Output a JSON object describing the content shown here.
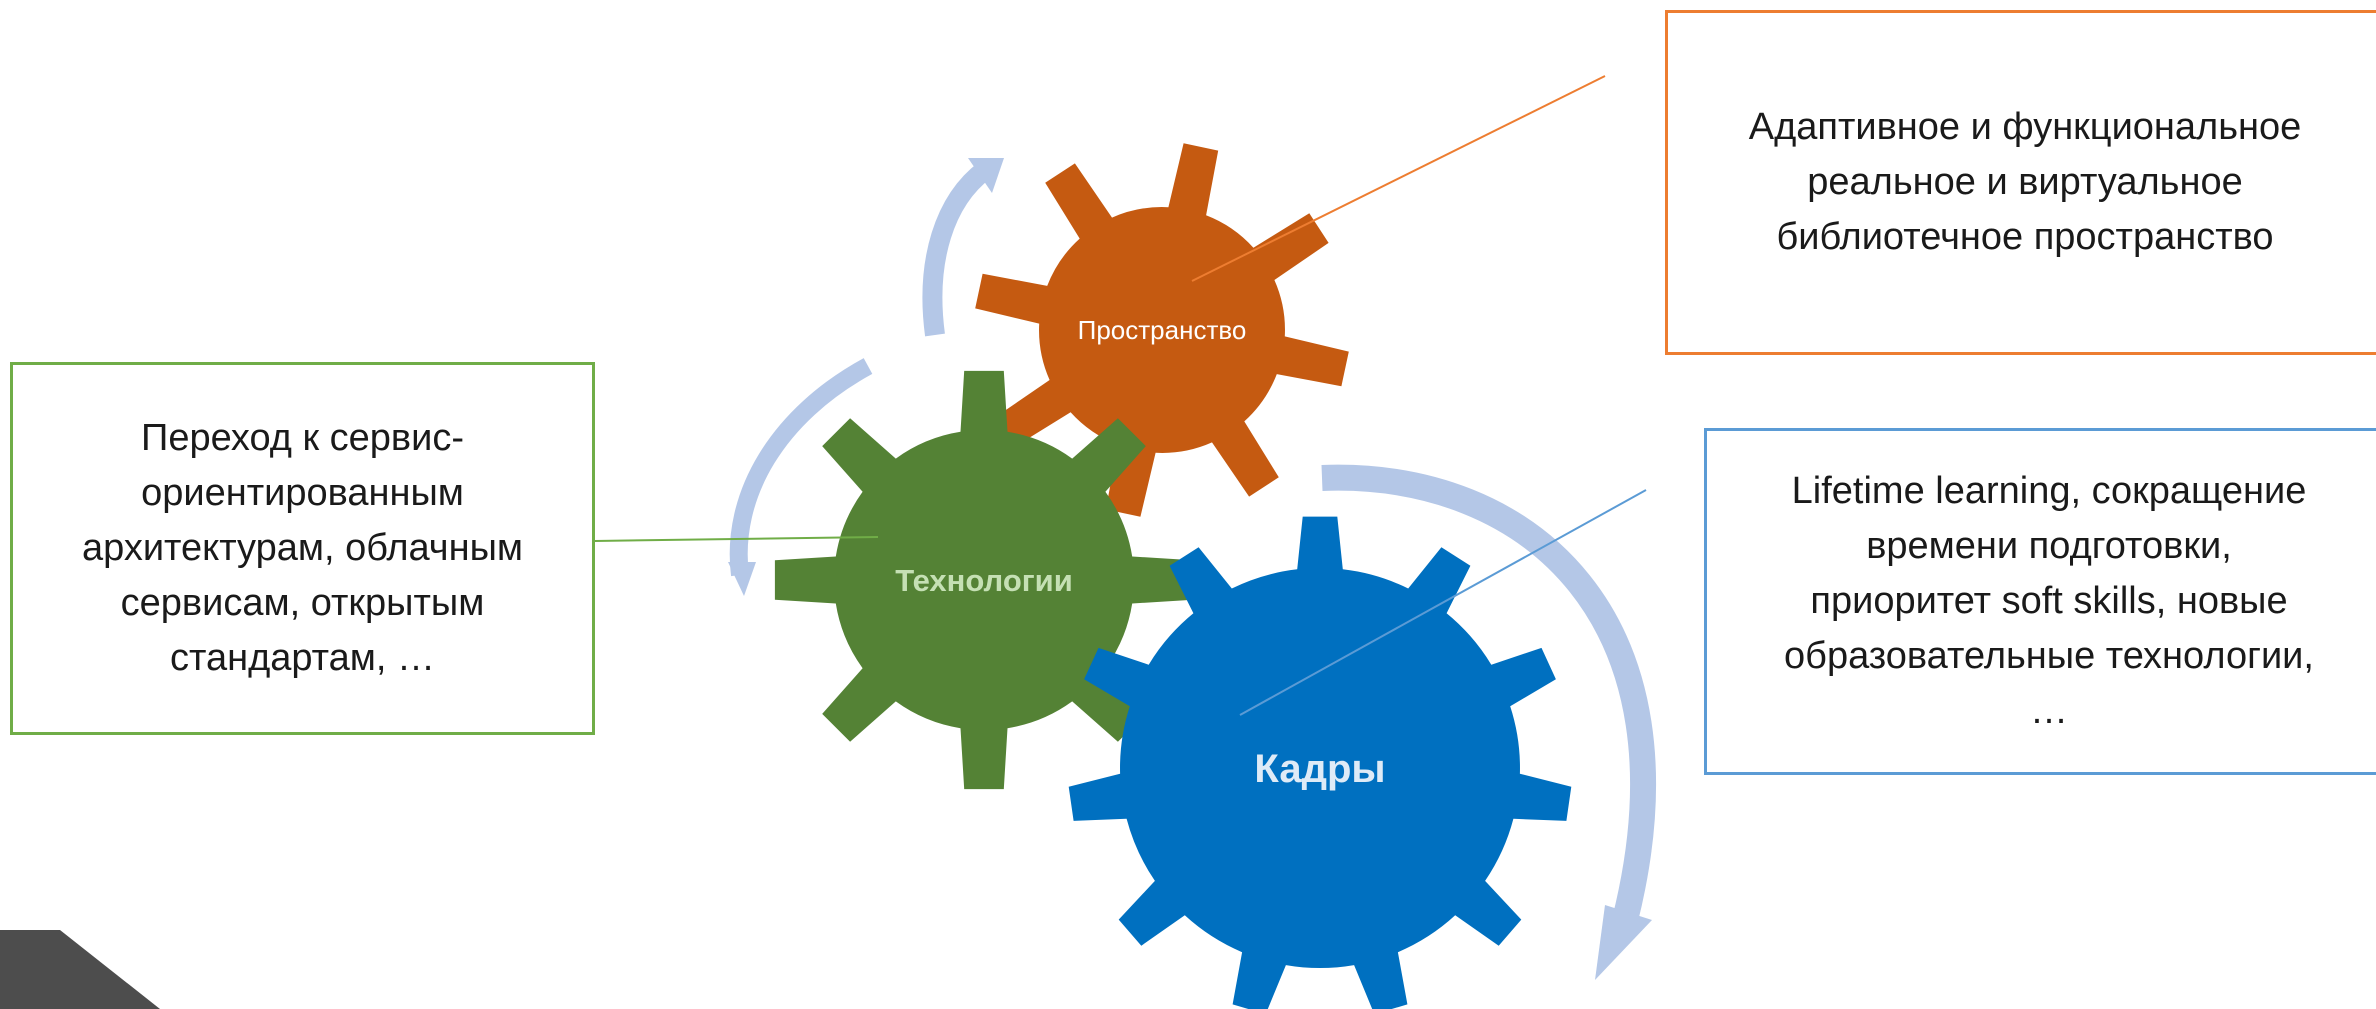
{
  "gears": [
    {
      "id": "space",
      "label": "Пространство",
      "color": "#C55A11",
      "label_color": "#ffffff"
    },
    {
      "id": "tech",
      "label": "Технологии",
      "color": "#548235",
      "label_color": "#C5E0B4"
    },
    {
      "id": "people",
      "label": "Кадры",
      "color": "#0070C0",
      "label_color": "#DEEBF7"
    }
  ],
  "callouts": {
    "space": {
      "text": "Адаптивное и функциональное\nреальное и виртуальное\nбиблиотечное пространство",
      "border": "#ED7D31"
    },
    "tech": {
      "text": "Переход к сервис-\nориентированным\nархитектурам, облачным\nсервисам, открытым\nстандартам, …",
      "border": "#70AD47"
    },
    "people": {
      "text": "Lifetime learning, сокращение\nвремени подготовки,\nприоритет soft skills, новые\nобразовательные технологии,\n…",
      "border": "#5B9BD5"
    }
  },
  "colors": {
    "arrow": "#B4C7E7",
    "corner": "#4D4D4D"
  }
}
